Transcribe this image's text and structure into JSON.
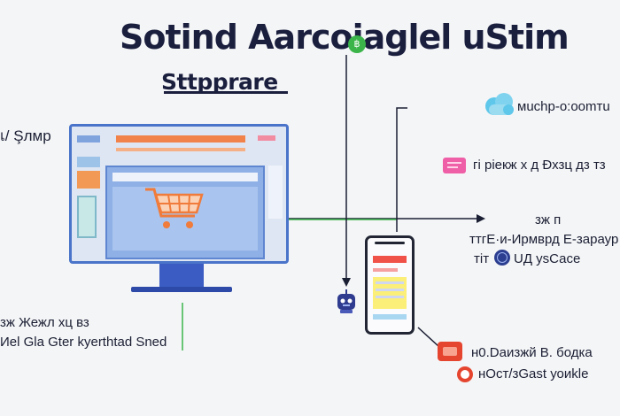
{
  "title": "Sotind Aarcoiaglel uStim",
  "title_badge": "฿",
  "subtitle": "Sttpprare",
  "labels": {
    "left_top": "เ/ Şлмр",
    "cloud": "мuchp-o:oomтu",
    "tablet": "гі ріекж х д Ðхзц дз тз",
    "right_small": "зж п",
    "right_line1": "ттгЕ·и-Ирмврд Е-зараур",
    "right_line2_a": "тіт",
    "right_line2_b": "UД уѕСасе",
    "bottom_left1": "зж Жежл хц вз",
    "bottom_left2": "Иеl Gla Gter kyerthtad Sned",
    "bottom_right1": "н0.Dаизжй В. бодка",
    "bottom_right2": "нОст/зGast уоиkle"
  },
  "colors": {
    "accent_blue": "#4a74c9",
    "connector_green": "#3bb54a",
    "cart_orange": "#f07b3a",
    "alert_red": "#e5452f",
    "badge_pink": "#ef5fa8"
  },
  "icons": {
    "cloud": "cloud-icon",
    "tablet": "pink-card-icon",
    "cart": "shopping-cart-icon",
    "robot": "robot-icon",
    "alert": "red-alert-icon",
    "globe": "globe-icon"
  }
}
